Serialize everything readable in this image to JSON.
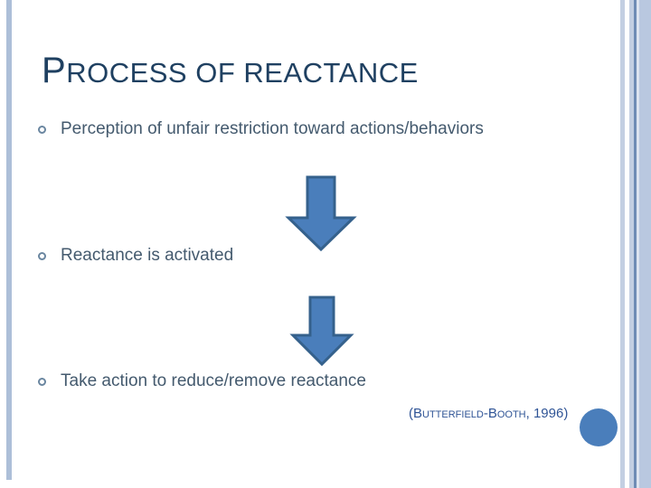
{
  "slide": {
    "title": {
      "full": "Process of Reactance",
      "first_letter": "P",
      "remainder": "ROCESS OF REACTANCE"
    },
    "bullets": [
      {
        "text": "Perception of unfair restriction toward actions/behaviors",
        "marker": "hollow-circle"
      },
      {
        "text": "Reactance is activated",
        "marker": "hollow-circle"
      },
      {
        "text": "Take action to reduce/remove reactance",
        "marker": "hollow-circle"
      }
    ],
    "arrows": [
      {
        "name": "down-arrow-1",
        "direction": "down"
      },
      {
        "name": "down-arrow-2",
        "direction": "down"
      }
    ],
    "citation": "(Butterfield-Booth, 1996)",
    "colors": {
      "title": "#1f4061",
      "body_text": "#445a6e",
      "bullet_marker": "#6a86a0",
      "arrow_fill": "#4a7ebb",
      "arrow_stroke": "#35618c",
      "citation": "#2f5496",
      "left_bar": "#adbfd8",
      "accent_circle": "#4a7ebb",
      "background": "#ffffff"
    }
  }
}
